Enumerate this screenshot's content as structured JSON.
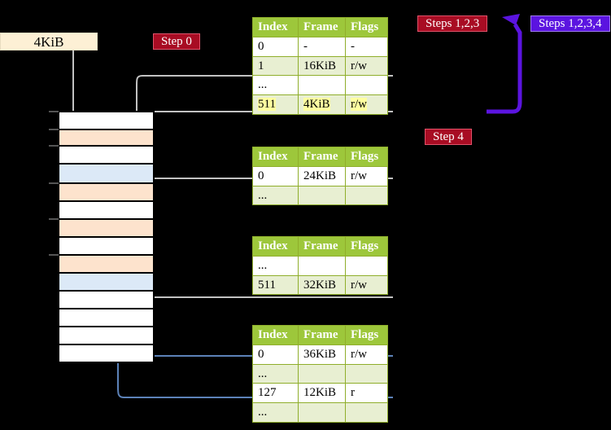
{
  "labels": {
    "size_box": "4KiB",
    "step0": "Step 0",
    "step4": "Step 4",
    "steps123": "Steps 1,2,3",
    "steps1234": "Steps 1,2,3,4"
  },
  "colors": {
    "header_green": "#9dc73b",
    "row_alt": "#e8efd2",
    "highlight_yellow": "#ffffa0",
    "badge_red": "#a80c23",
    "badge_purple": "#5b14e0",
    "cream": "#fdf0d5",
    "mem_peach": "#fde3cd",
    "mem_blue": "#dce9f7",
    "wire_gray": "#bbbbbb",
    "wire_blue": "#5c82b8"
  },
  "tables": [
    {
      "name": "pml4-table",
      "columns": [
        "Index",
        "Frame",
        "Flags"
      ],
      "rows": [
        {
          "index": "0",
          "frame": "-",
          "flags": "-",
          "alt": false,
          "highlight": false
        },
        {
          "index": "1",
          "frame": "16KiB",
          "flags": "r/w",
          "alt": true,
          "highlight": false
        },
        {
          "index": "...",
          "frame": "",
          "flags": "",
          "alt": false,
          "highlight": false
        },
        {
          "index": "511",
          "frame": "4KiB",
          "flags": "r/w",
          "alt": true,
          "highlight": true
        }
      ]
    },
    {
      "name": "pdp-table",
      "columns": [
        "Index",
        "Frame",
        "Flags"
      ],
      "rows": [
        {
          "index": "0",
          "frame": "24KiB",
          "flags": "r/w",
          "alt": false,
          "highlight": false
        },
        {
          "index": "...",
          "frame": "",
          "flags": "",
          "alt": true,
          "highlight": false
        }
      ]
    },
    {
      "name": "pd-table",
      "columns": [
        "Index",
        "Frame",
        "Flags"
      ],
      "rows": [
        {
          "index": "...",
          "frame": "",
          "flags": "",
          "alt": false,
          "highlight": false
        },
        {
          "index": "511",
          "frame": "32KiB",
          "flags": "r/w",
          "alt": true,
          "highlight": false
        }
      ]
    },
    {
      "name": "pt-table",
      "columns": [
        "Index",
        "Frame",
        "Flags"
      ],
      "rows": [
        {
          "index": "0",
          "frame": "36KiB",
          "flags": "r/w",
          "alt": false,
          "highlight": false
        },
        {
          "index": "...",
          "frame": "",
          "flags": "",
          "alt": true,
          "highlight": false
        },
        {
          "index": "127",
          "frame": "12KiB",
          "flags": "r",
          "alt": false,
          "highlight": false
        },
        {
          "index": "...",
          "frame": "",
          "flags": "",
          "alt": true,
          "highlight": false
        }
      ]
    }
  ],
  "memory_rows": [
    {
      "fill": "white"
    },
    {
      "fill": "peach"
    },
    {
      "fill": "white"
    },
    {
      "fill": "blue"
    },
    {
      "fill": "peach"
    },
    {
      "fill": "white"
    },
    {
      "fill": "peach"
    },
    {
      "fill": "white"
    },
    {
      "fill": "peach"
    },
    {
      "fill": "blue"
    },
    {
      "fill": "white"
    },
    {
      "fill": "white"
    },
    {
      "fill": "white"
    },
    {
      "fill": "white"
    }
  ]
}
